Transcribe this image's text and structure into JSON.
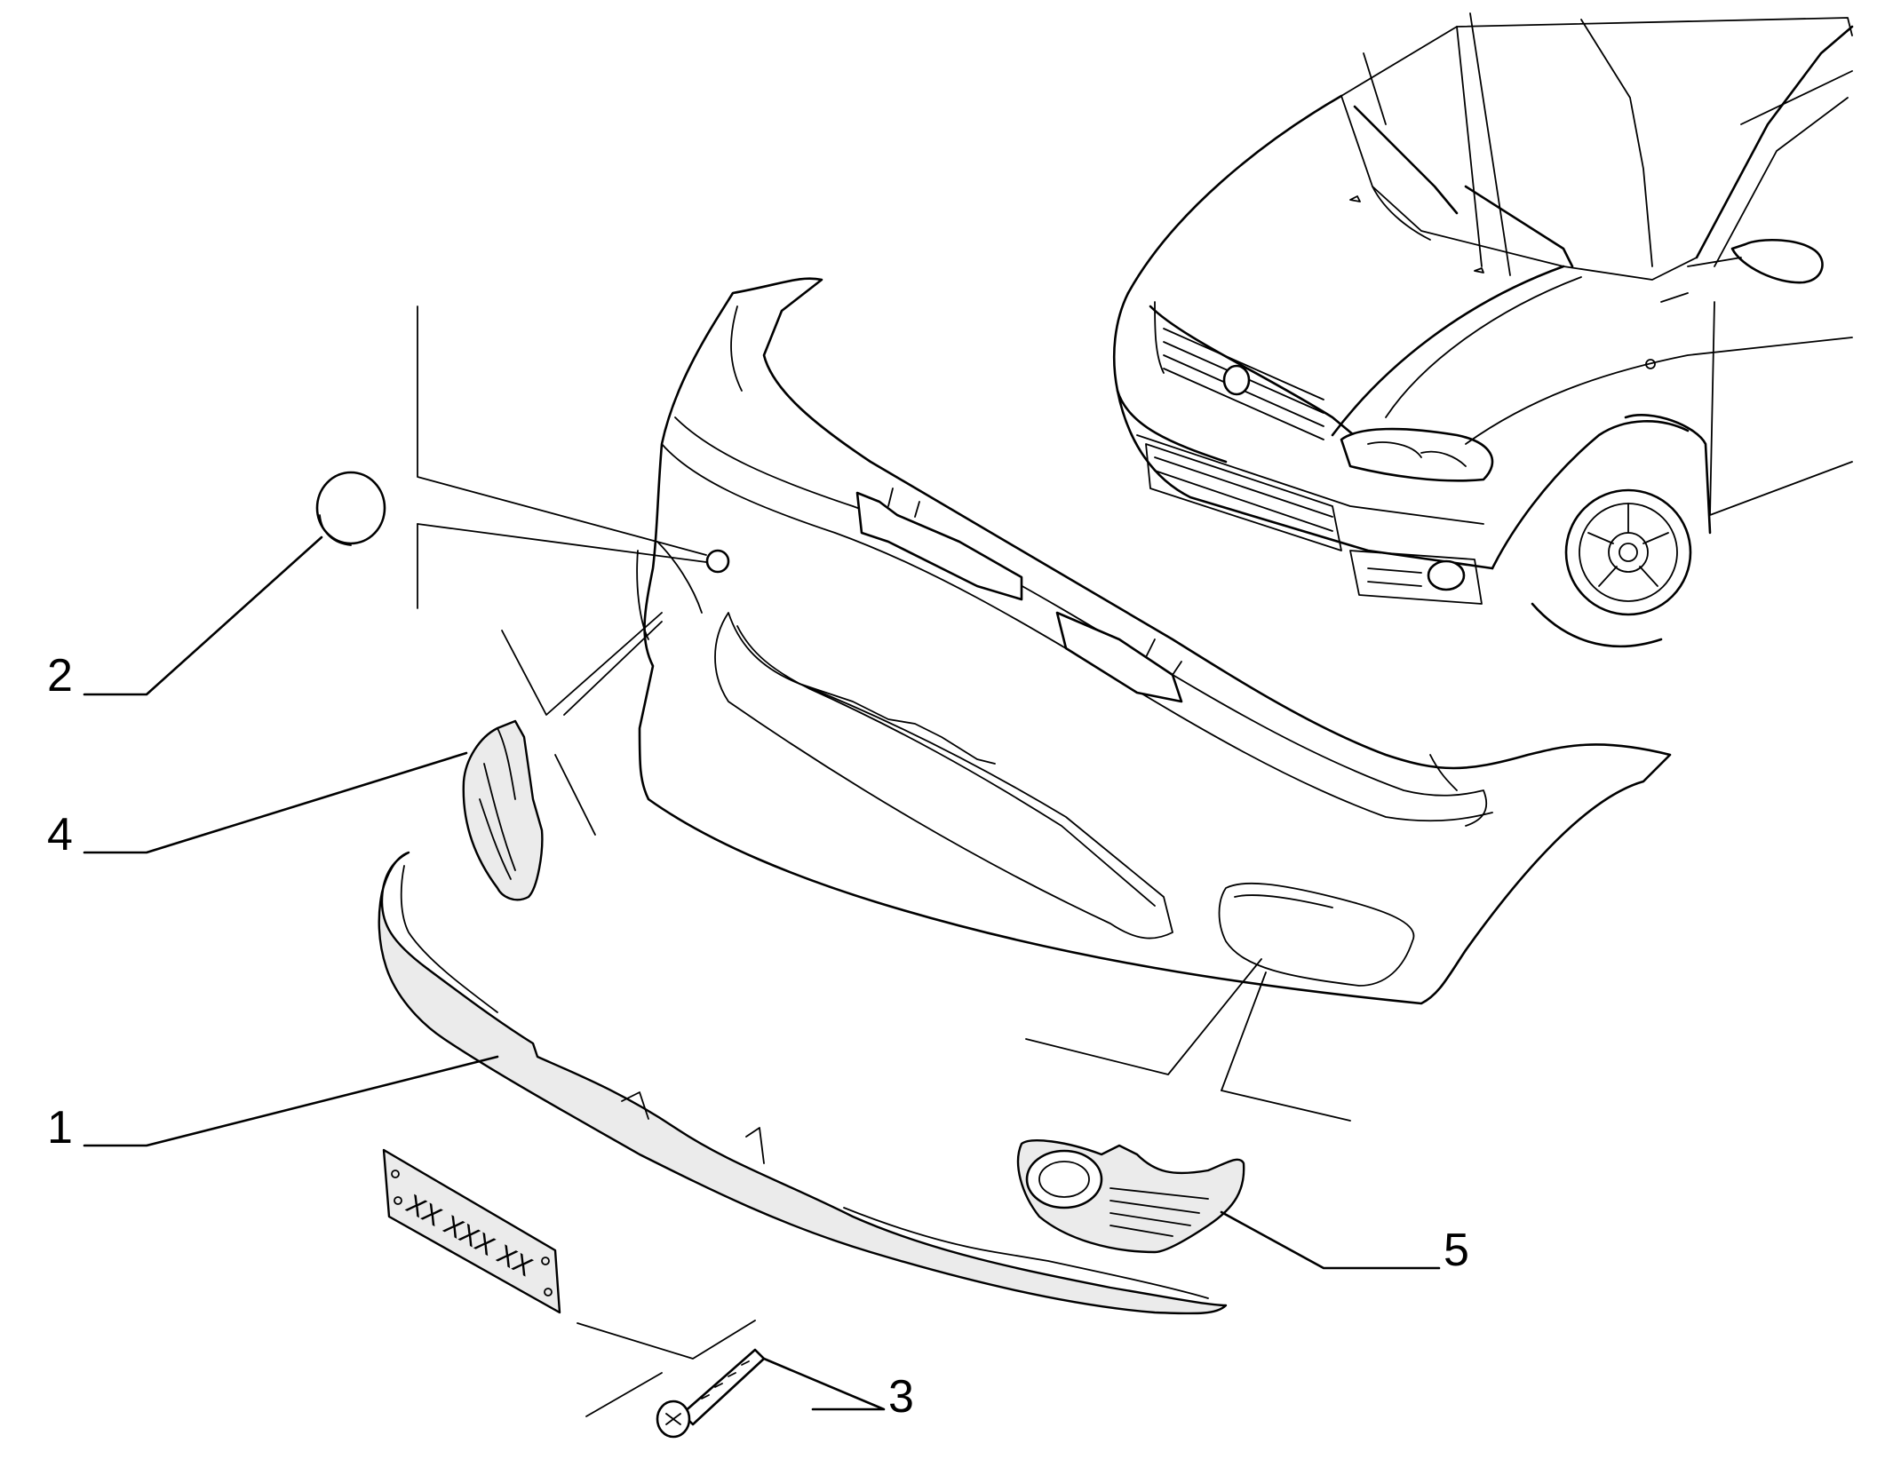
{
  "callouts": [
    {
      "id": "1",
      "label": "1"
    },
    {
      "id": "2",
      "label": "2"
    },
    {
      "id": "3",
      "label": "3"
    },
    {
      "id": "4",
      "label": "4"
    },
    {
      "id": "5",
      "label": "5"
    }
  ],
  "license_plate": {
    "text": "XX XXX XX"
  }
}
